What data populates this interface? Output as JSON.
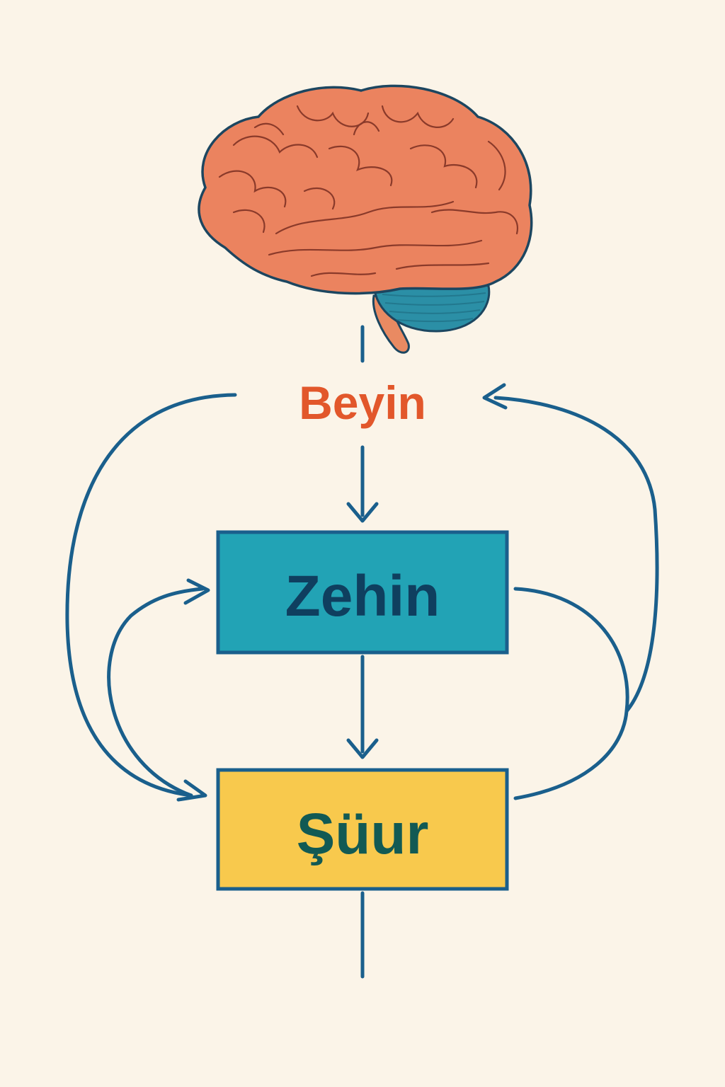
{
  "colors": {
    "background": "#fbf4e8",
    "arrow": "#1a5f8c",
    "beyin_text": "#e2572b",
    "zehin_fill": "#22a3b5",
    "zehin_text": "#0f3f5f",
    "suur_fill": "#f8c94d",
    "suur_text": "#125a54",
    "box_border": "#1a5f8c",
    "brain_fill": "#eb835f",
    "brain_line": "#8a3a2a",
    "brain_outline": "#1c4660",
    "cerebellum_fill": "#2b8fa6",
    "brainstem_fill": "#e98a62"
  },
  "nodes": {
    "beyin": {
      "label": "Beyin",
      "icon": "brain-icon"
    },
    "zehin": {
      "label": "Zehin"
    },
    "suur": {
      "label": "Şüur"
    }
  },
  "edges": [
    {
      "from": "beyin",
      "to": "zehin"
    },
    {
      "from": "zehin",
      "to": "suur"
    },
    {
      "from": "beyin",
      "to": "suur"
    },
    {
      "from": "suur",
      "to": "zehin"
    },
    {
      "from": "zehin",
      "to": "beyin"
    },
    {
      "from": "suur",
      "to": "beyin"
    }
  ]
}
